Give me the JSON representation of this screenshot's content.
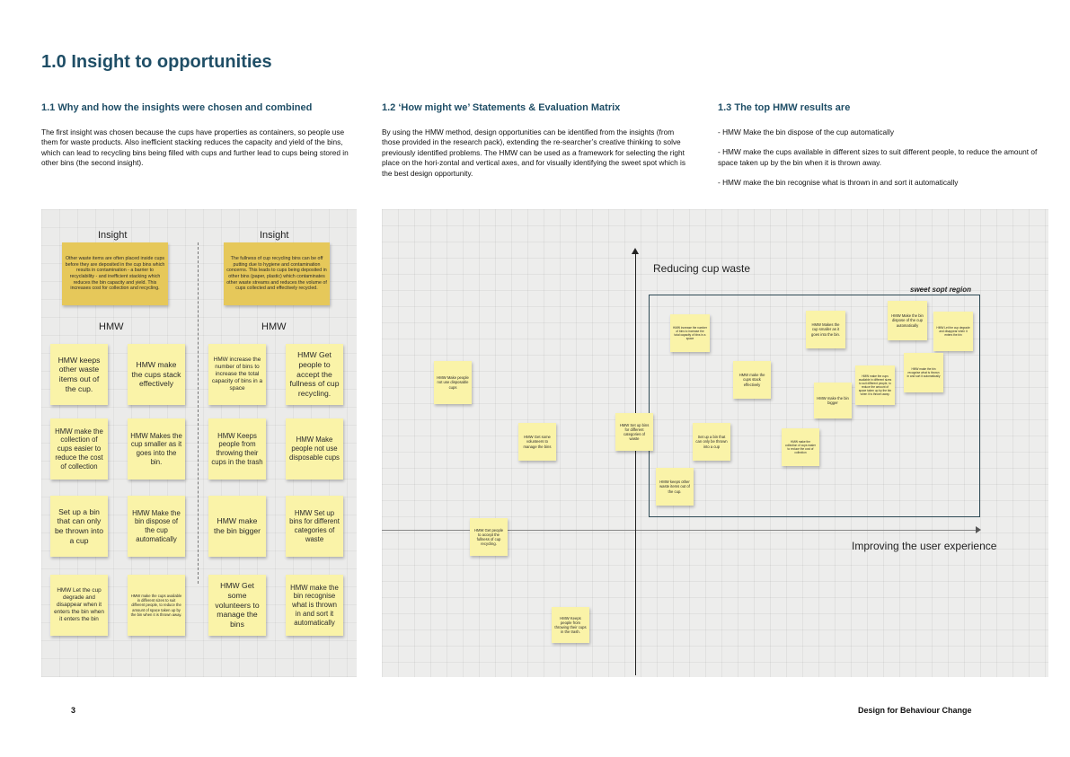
{
  "page": {
    "title": "1.0 Insight to opportunities",
    "page_number": "3",
    "footer_title": "Design for Behaviour Change"
  },
  "sections": [
    {
      "heading": "1.1 Why and how the insights were chosen and combined",
      "paragraphs": [
        "The first insight was chosen because the cups have properties as containers, so people use them for waste products. Also inefficient stacking reduces the capacity and yield of the bins, which can lead to recycling bins being filled with cups and further lead to cups being stored in other bins (the second insight)."
      ]
    },
    {
      "heading": "1.2 ‘How might we’ Statements & Evaluation Matrix",
      "paragraphs": [
        "By using the HMW method, design opportunities can be identified from the insights (from those provided in the research pack), extending the re-searcher’s creative thinking to solve previously identified problems. The HMW can be used as a framework for selecting the right place on the hori-zontal and vertical axes, and for visually identifying the sweet spot which is the best design opportunity."
      ]
    },
    {
      "heading": "1.3 The top HMW results are",
      "paragraphs": [
        "- HMW Make the bin dispose of the cup automatically",
        "- HMW make the cups available in different sizes to suit different people, to reduce the amount of space taken up by the bin when it is thrown away.",
        "- HMW make the bin recognise what is thrown in and sort it automatically"
      ]
    }
  ],
  "left_board": {
    "insight_label_1": "Insight",
    "insight_label_2": "Insight",
    "hmw_label_1": "HMW",
    "hmw_label_2": "HMW",
    "insight_1": "Other waste items are often placed inside cups before they are deposited in the cup bins which results in contamination - a barrier to recyclability - and inefficient stacking which reduces the bin capacity and yield. This increases cost for collection and recycling.",
    "insight_2": "The fullness of cup recycling bins can be off putting due to hygiene and contamination concerns. This leads to cups being deposited in other bins (paper, plastic) which contaminates other waste streams and reduces the volume of cups collected and effectively recycled.",
    "notes": [
      "HMW keeps other waste items out of the cup.",
      "HMW make the cups stack effectively",
      "HMW increase the number of bins to increase the total capacity of bins in a space",
      "HMW Get people to accept the fullness of cup recycling.",
      "HMW make the collection of cups easier to reduce the cost of collection",
      "HMW Makes the cup smaller as it goes into the bin.",
      "HMW Keeps people from throwing their cups in the trash",
      "HMW Make people not use disposable cups",
      "Set up a bin that can only be thrown into a cup",
      "HMW Make the bin dispose of the cup automatically",
      "HMW make the bin bigger",
      "HMW Set up bins for different categories of waste",
      "HMW Let the cup degrade and disappear when it enters the bin when it enters the bin",
      "HMW make the cups available in different sizes to suit different people, to reduce the amount of space taken up by the bin when it is thrown away.",
      "HMW Get some volunteers to manage the bins",
      "HMW make the bin recognise what is thrown in and sort it automatically"
    ]
  },
  "matrix": {
    "y_axis_label": "Reducing cup waste",
    "x_axis_label": "Improving the user experience",
    "region_label": "sweet sopt region",
    "notes": [
      "HMW Make people not use disposable cups",
      "HMW Get some volunteers to manage the bins",
      "HMW Get people to accept the fullness of cup recycling.",
      "HMW Keeps people from throwing their cups in the trash.",
      "HMW Set up bins for different categories of waste",
      "HMW keeps other waste items out of the cup.",
      "HMW increase the number of bins to increase the total capacity of bins in a space",
      "Set up a bin that can only be thrown into a cup",
      "HMW make the cups stack effectively",
      "HMW make the collection of cups easier to reduce the cost of collection",
      "HMW Makes the cup smaller as it goes into the bin.",
      "HMW make the bin bigger",
      "HMW make the cups available in different sizes to suit different people, to reduce the amount of space taken up by the bin when it is thrown away.",
      "HMW Make the bin dispose of the cup automatically",
      "HMW Let the cup degrade and disappear when it enters the bin",
      "HMW make the bin recognise what is thrown in and sort it automatically"
    ]
  }
}
